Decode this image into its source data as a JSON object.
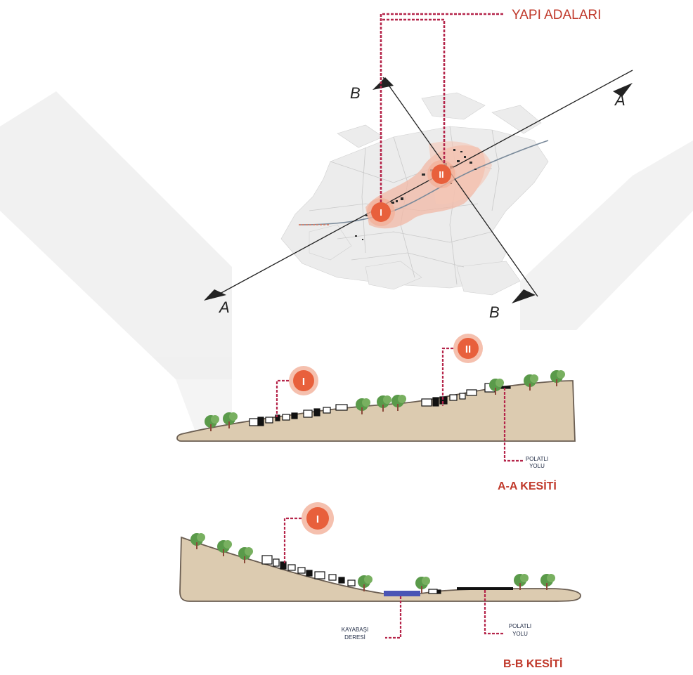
{
  "header": {
    "title": "YAPI ADALARI"
  },
  "plan": {
    "section_marks": {
      "a": "A",
      "b": "B"
    },
    "clusters": [
      "I",
      "II"
    ]
  },
  "section_aa": {
    "title": "A-A KESİTİ",
    "markers": [
      "I",
      "II"
    ],
    "road_label_line1": "POLATLI",
    "road_label_line2": "YOLU"
  },
  "section_bb": {
    "title": "B-B KESİTİ",
    "markers": [
      "I"
    ],
    "stream_label_line1": "KAYABAŞI",
    "stream_label_line2": "DERESİ",
    "road_label_line1": "POLATLI",
    "road_label_line2": "YOLU"
  },
  "colors": {
    "leader": "#b5254a",
    "title": "#c0392b",
    "marker_fill": "#e8603c",
    "marker_halo": "#f3b09a",
    "ground": "#dccbb0",
    "ground_edge": "#6b5e52",
    "stream": "#4a55b5",
    "watermark": "#ececec",
    "parcel": "#ebebeb"
  }
}
